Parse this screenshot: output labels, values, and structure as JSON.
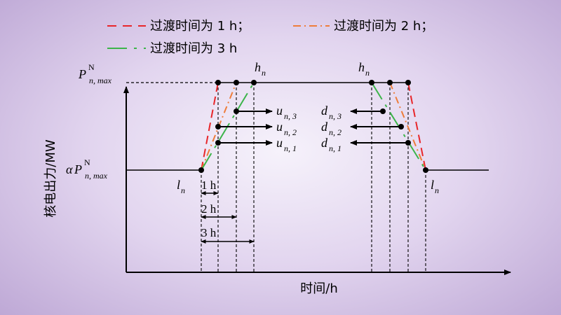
{
  "legend": {
    "item1": "过渡时间为 1 h；",
    "item2": "过渡时间为 2 h；",
    "item3": "过渡时间为 3 h"
  },
  "axes": {
    "ylabel": "核电出力/MW",
    "xlabel": "时间/h"
  },
  "labels": {
    "p_max_base": "P",
    "p_max_sup": "N",
    "p_max_sub": "n, max",
    "alpha": "α",
    "h": "h",
    "n": "n",
    "l": "l",
    "u": "u",
    "d": "d",
    "sub_n3": "n, 3",
    "sub_n2": "n, 2",
    "sub_n1": "n, 1",
    "dur1": "1 h",
    "dur2": "2 h",
    "dur3": "3 h"
  },
  "colors": {
    "red": "#e8262a",
    "orange": "#ee7d3b",
    "green": "#3cb44a",
    "black": "#000000"
  }
}
